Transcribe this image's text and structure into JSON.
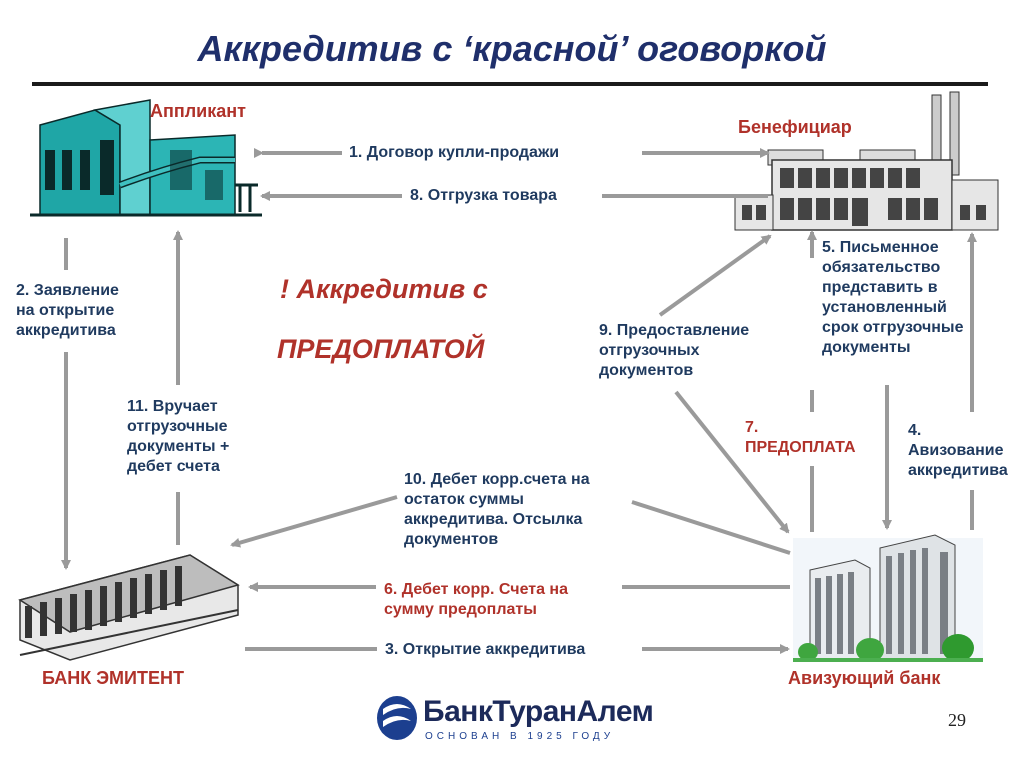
{
  "title": "Аккредитив с ‘красной’ оговоркой",
  "parties": {
    "applicant": "Аппликант",
    "beneficiary": "Бенефициар",
    "issuing_bank": "БАНК ЭМИТЕНТ",
    "advising_bank": "Авизующий банк"
  },
  "steps": {
    "s1": "1. Договор купли-продажи",
    "s2": [
      "2. Заявление",
      "на открытие",
      "аккредитива"
    ],
    "s3": "3. Открытие аккредитива",
    "s4": [
      "4.",
      "Авизование",
      "аккредитива"
    ],
    "s5": [
      "5. Письменное",
      "обязательство",
      "представить в",
      "установленный",
      "срок отгрузочные",
      "документы"
    ],
    "s6": [
      "6. Дебет корр. Счета на",
      "сумму предоплаты"
    ],
    "s7": [
      "7.",
      "ПРЕДОПЛАТА"
    ],
    "s8": "8. Отгрузка товара",
    "s9": [
      "9. Предоставление",
      "отгрузочных",
      "документов"
    ],
    "s10": [
      "10. Дебет корр.счета на",
      "остаток суммы",
      "аккредитива. Отсылка",
      "документов"
    ],
    "s11": [
      "11. Вручает",
      "отгрузочные",
      "документы +",
      "дебет счета"
    ]
  },
  "callout": {
    "line1": "! Аккредитив с",
    "line2": "ПРЕДОПЛАТОЙ"
  },
  "logo": {
    "name_part1": "Банк",
    "name_part2": "ТуранАлем",
    "tagline": "ОСНОВАН В 1925 ГОДУ"
  },
  "page_number": "29",
  "colors": {
    "title": "#1f2f6b",
    "label": "#1f3a5f",
    "accent_red": "#b0322a",
    "arrow": "#9a9a9a"
  }
}
